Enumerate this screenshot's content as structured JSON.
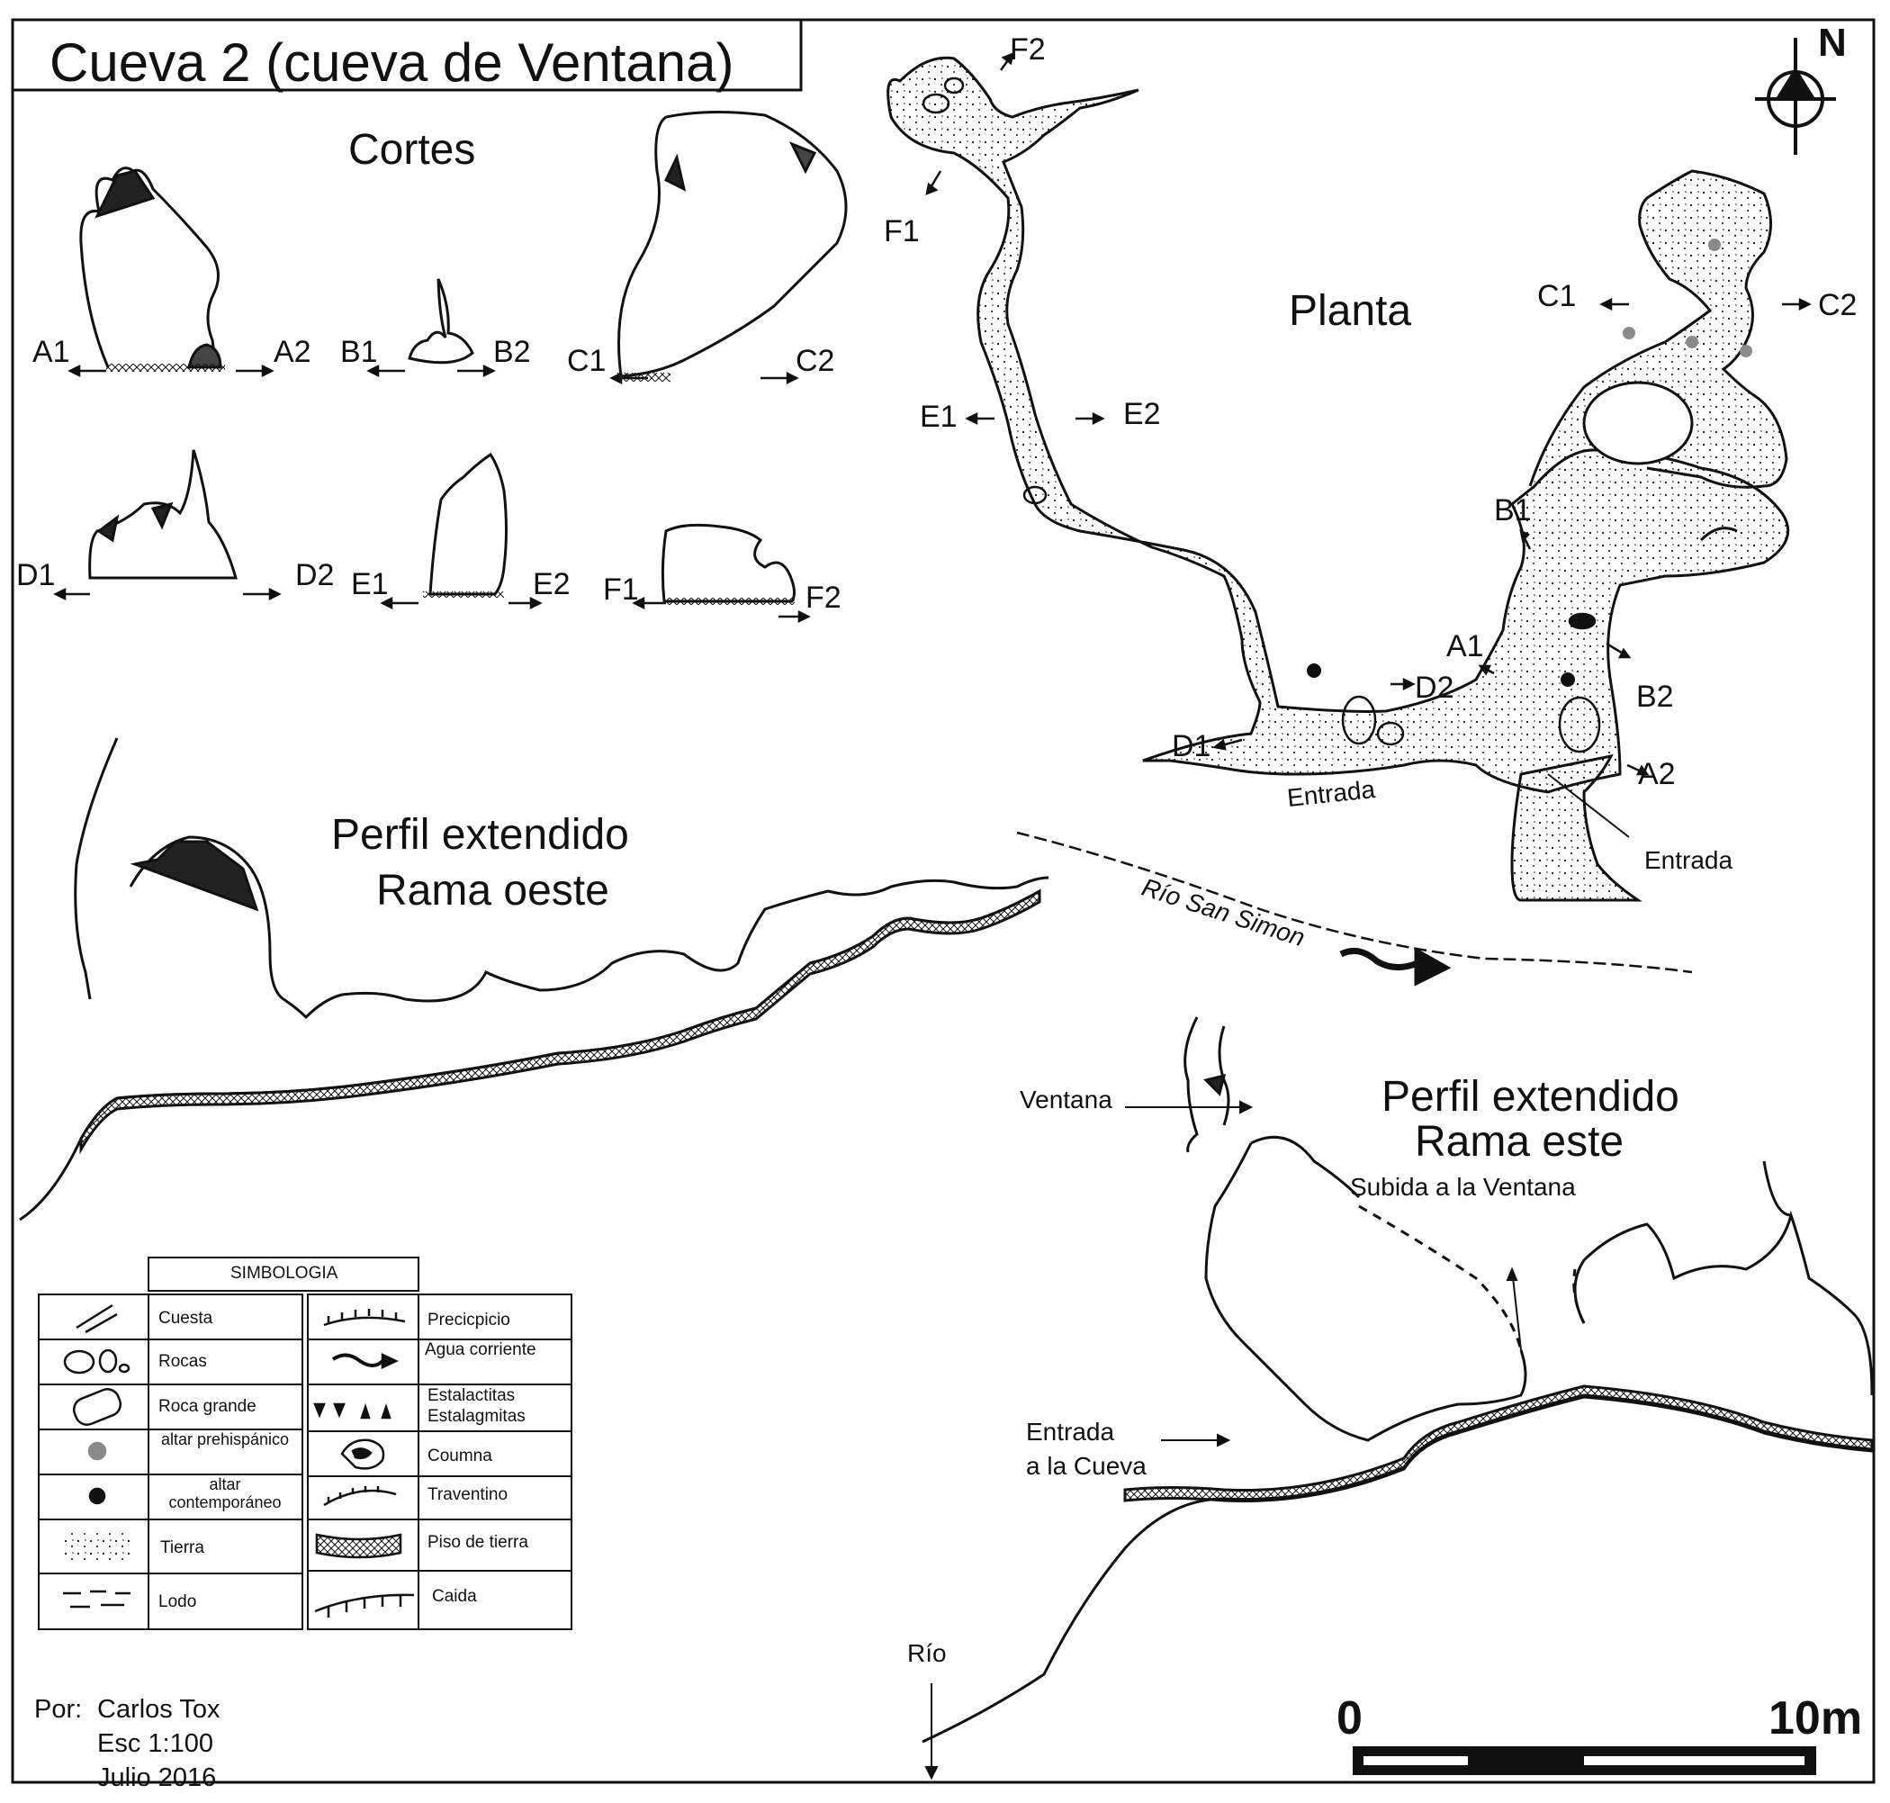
{
  "title": "Cueva 2 (cueva de Ventana)",
  "north": "N",
  "sections": {
    "cortes": "Cortes",
    "planta": "Planta",
    "perfil_oeste": [
      "Perfil extendido",
      "Rama oeste"
    ],
    "perfil_este": [
      "Perfil extendido",
      "Rama este"
    ]
  },
  "cut_labels": [
    "A1",
    "A2",
    "B1",
    "B2",
    "C1",
    "C2",
    "D1",
    "D2",
    "E1",
    "E2",
    "F1",
    "F2"
  ],
  "plan_labels": {
    "entrada": "Entrada",
    "river": "Río San Simon"
  },
  "profile_labels": {
    "ventana": "Ventana",
    "subida": "Subida a la Ventana",
    "entrada_cueva": [
      "Entrada",
      "a la Cueva"
    ],
    "rio": "Río"
  },
  "legend": {
    "header": "SIMBOLOGIA",
    "left": [
      {
        "label": "Cuesta",
        "icon": "slope-icon"
      },
      {
        "label": "Rocas",
        "icon": "rocks-icon"
      },
      {
        "label": "Roca grande",
        "icon": "big-rock-icon"
      },
      {
        "label": "altar prehispánico",
        "icon": "prehispanic-altar-icon"
      },
      {
        "label": "altar contemporáneo",
        "icon": "contemporary-altar-icon"
      },
      {
        "label": "Tierra",
        "icon": "earth-dots-icon"
      },
      {
        "label": "Lodo",
        "icon": "mud-icon"
      }
    ],
    "right": [
      {
        "label": "Precicpicio",
        "icon": "precipice-icon"
      },
      {
        "label": "Agua corriente",
        "icon": "running-water-icon"
      },
      {
        "label": "Estalactitas Estalagmitas",
        "icon": "speleothem-icon"
      },
      {
        "label": "Coumna",
        "icon": "column-icon"
      },
      {
        "label": "Traventino",
        "icon": "travertine-icon"
      },
      {
        "label": "Piso de tierra",
        "icon": "earth-floor-icon"
      },
      {
        "label": "Caida",
        "icon": "drop-icon"
      }
    ]
  },
  "credits": {
    "por": "Por:",
    "author": "Carlos Tox",
    "scale": "Esc 1:100",
    "date": "Julio 2016"
  },
  "scalebar": {
    "start": "0",
    "end": "10m"
  },
  "colors": {
    "ink": "#111111",
    "prehispanic": "#8a8a8a"
  }
}
